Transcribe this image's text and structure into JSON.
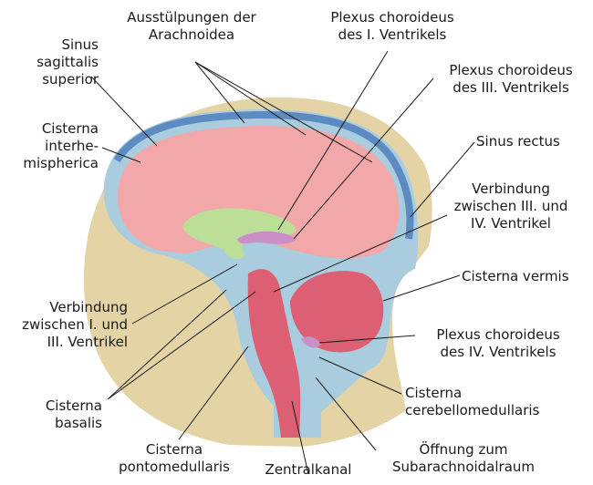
{
  "labels": {
    "sinus_sagittalis": [
      "Sinus",
      "sagittalis",
      "superior"
    ],
    "ausstuelpungen": [
      "Ausstülpungen der",
      "Arachnoidea"
    ],
    "plexus_I": [
      "Plexus choroideus",
      "des I. Ventrikels"
    ],
    "plexus_III": [
      "Plexus choroideus",
      "des III. Ventrikels"
    ],
    "cisterna_interhemispherica": [
      "Cisterna",
      "interhe-",
      "mispherica"
    ],
    "sinus_rectus": [
      "Sinus rectus"
    ],
    "verbindung_III_IV": [
      "Verbindung",
      "zwischen III. und",
      "IV. Ventrikel"
    ],
    "cisterna_vermis": [
      "Cisterna vermis"
    ],
    "verbindung_I_III": [
      "Verbindung",
      "zwischen I. und",
      "III. Ventrikel"
    ],
    "plexus_IV": [
      "Plexus choroideus",
      "des IV. Ventrikels"
    ],
    "cisterna_basalis": [
      "Cisterna",
      "basalis"
    ],
    "cisterna_cerebellomedullaris": [
      "Cisterna",
      "cerebellomedullaris"
    ],
    "cisterna_pontomedullaris": [
      "Cisterna",
      "pontomedullaris"
    ],
    "zentralkanal": [
      "Zentralkanal"
    ],
    "oeffnung": [
      "Öffnung zum",
      "Subarachnoidalraum"
    ]
  },
  "colors": {
    "skull": "#E3D3A5",
    "subarachnoid": "#A9CCDE",
    "sinus": "#5E8AC2",
    "brain": "#F2A7A8",
    "brainstem": "#DD5F73",
    "ventricle": "#BDDE96",
    "plexus": "#C98FC6",
    "gyri": "#C85B6E"
  }
}
